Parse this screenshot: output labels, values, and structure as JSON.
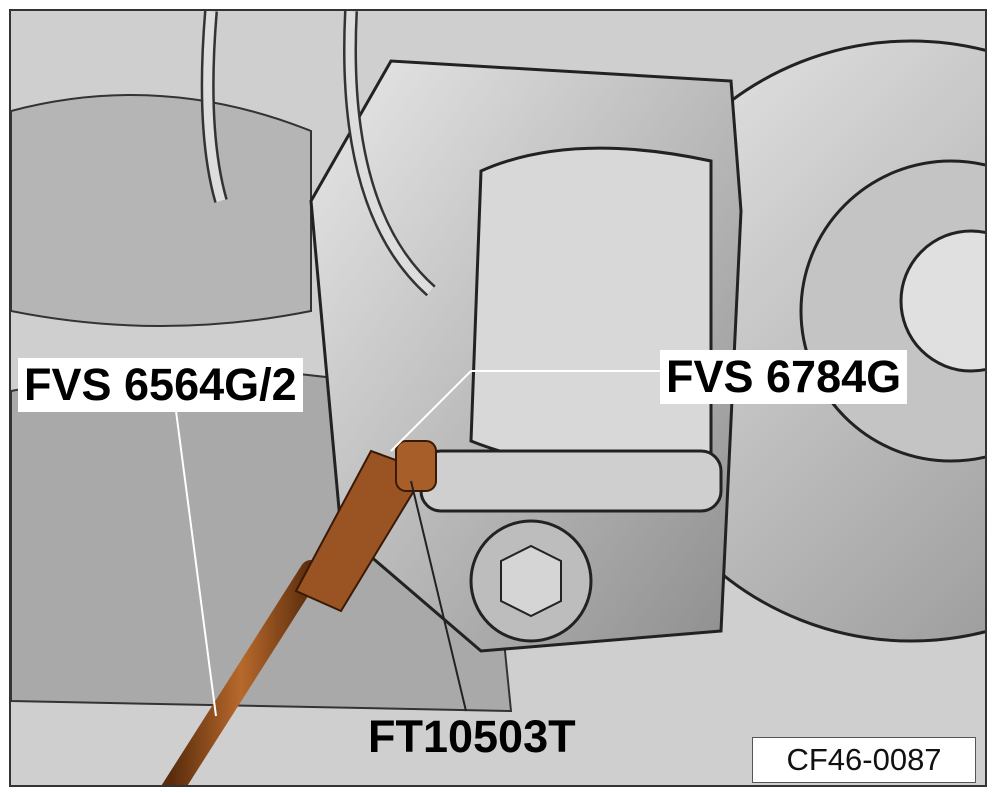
{
  "callouts": {
    "tool_left": "FVS 6564G/2",
    "tool_right": "FVS 6784G",
    "tool_bottom": "FT10503T"
  },
  "figure_ref": "CF46-0087",
  "colors": {
    "tool": "#8a4a1c",
    "metal": "#bdbdbd",
    "frame": "#333333"
  }
}
